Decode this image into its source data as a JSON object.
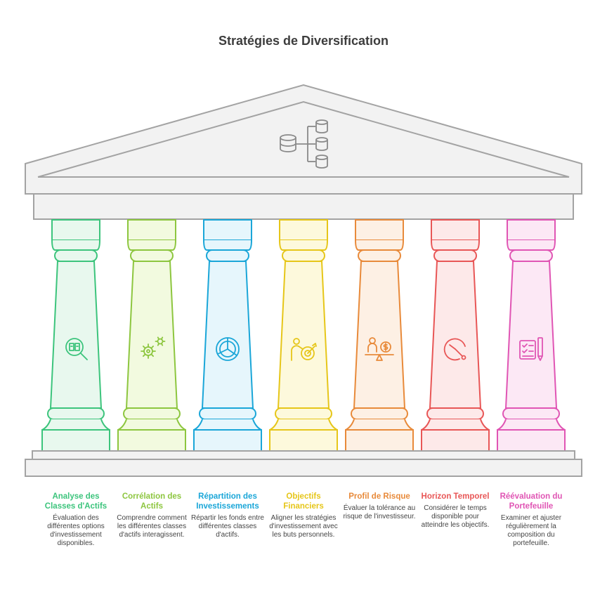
{
  "title": "Stratégies de Diversification",
  "pillars": [
    {
      "heading": "Analyse des Classes d'Actifs",
      "text": "Évaluation des différentes options d'investissement disponibles.",
      "color": "#3cc47c",
      "fill": "#e8f8ee",
      "icon": "asset-analysis-icon"
    },
    {
      "heading": "Corrélation des Actifs",
      "text": "Comprendre comment les différentes classes d'actifs interagissent.",
      "color": "#8dc63f",
      "fill": "#f2fadf",
      "icon": "gears-icon"
    },
    {
      "heading": "Répartition des Investissements",
      "text": "Répartir les fonds entre différentes classes d'actifs.",
      "color": "#1aa6d8",
      "fill": "#e6f6fc",
      "icon": "pie-chart-icon"
    },
    {
      "heading": "Objectifs Financiers",
      "text": "Aligner les stratégies d'investissement avec les buts personnels.",
      "color": "#e6c619",
      "fill": "#fdf9dc",
      "icon": "target-person-icon"
    },
    {
      "heading": "Profil de Risque",
      "text": "Évaluer la tolérance au risque de l'investisseur.",
      "color": "#e88a3a",
      "fill": "#fdf0e4",
      "icon": "risk-balance-icon"
    },
    {
      "heading": "Horizon Temporel",
      "text": "Considérer le temps disponible pour atteindre les objectifs.",
      "color": "#e85656",
      "fill": "#fde9e9",
      "icon": "clock-icon"
    },
    {
      "heading": "Réévaluation du Portefeuille",
      "text": "Examiner et ajuster régulièrement la composition du portefeuille.",
      "color": "#e055b4",
      "fill": "#fce8f5",
      "icon": "checklist-icon"
    }
  ],
  "pediment_icon": "database-distribution-icon"
}
